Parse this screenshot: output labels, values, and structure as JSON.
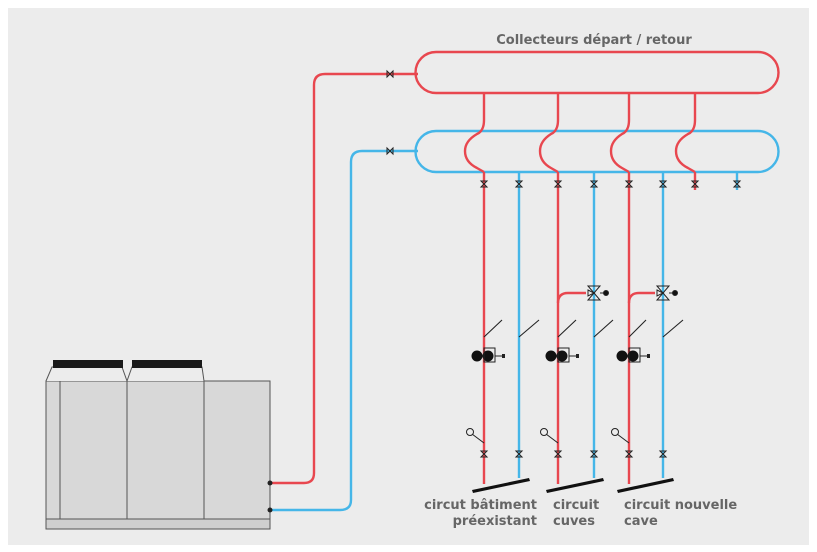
{
  "diagram": {
    "title": "Collecteurs départ / retour",
    "circuits": [
      {
        "line1": "circut bâtiment",
        "line2": "préexistant"
      },
      {
        "line1": "circuit",
        "line2": "cuves"
      },
      {
        "line1": "circuit nouvelle",
        "line2": "cave"
      }
    ]
  },
  "colors": {
    "background": "#ececec",
    "supply_red": "#e8474f",
    "return_blue": "#45b6e8",
    "chiller_body": "#d7d7d7",
    "chiller_fan": "#1a1a1a",
    "label_gray": "#666666"
  },
  "icons": [
    "valve-icon",
    "three-way-valve-icon",
    "pump-icon",
    "thermometer-icon",
    "sensor-probe-icon",
    "chiller-icon"
  ]
}
